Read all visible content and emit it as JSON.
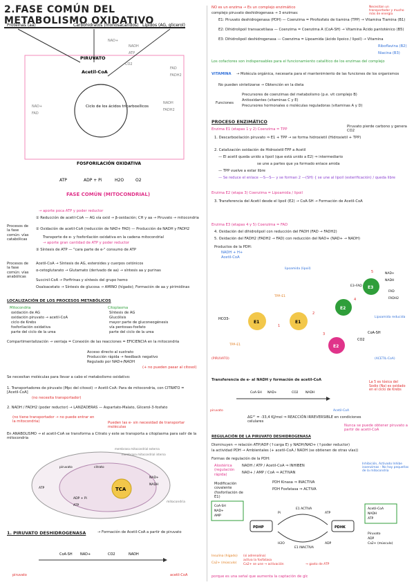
{
  "title": "2.FASE COMÚN DEL METABOLISMO OXIDATIVO",
  "diagram": {
    "inputs": [
      "Proteínas (aa)",
      "Carbohidratos (monosacáridos)",
      "Lípidos (AG, glicerol)"
    ],
    "nodes": [
      "PIRUVATO",
      "Acetil-CoA",
      "Ciclo de los ácidos tricarboxílicos",
      "FOSFORILACIÓN OXIDATIVA"
    ],
    "cofactors": [
      "NAD+",
      "NADH",
      "ATP",
      "CO2",
      "FAD",
      "FADH2",
      "NAD+",
      "FAD",
      "NADH",
      "FADH2"
    ],
    "outputs": [
      "ATP",
      "ADP + Pi",
      "H2O",
      "O2"
    ],
    "caption": "FASE COMÚN (MITOCONDRIAL)"
  },
  "phases": {
    "items": [
      "→ aporte poca ATP y poder reductor",
      "① Reducción de acetil-CoA — AG vía oxid → β-oxidación; CH y aa → Piruvato → mitocondria",
      "② Oxidación de acetil-CoA (reducción de NAD+ FAD) — Producción de NADH y FADH2",
      "Transporte de e- y fosforilación oxidativa en la cadena mitocondrial",
      "→ aporte gran cantidad de ATP y poder reductor",
      "③ Síntesis de ATP — \"cara parte de e-\" consumo de ATP"
    ],
    "left_label": "Procesos de la fase común: vías catabólicas",
    "anabolic_label": "Procesos de la fase común: vías anabólicas",
    "anabolic": [
      "Acetil-CoA → Síntesis de AG, esteroides y cuerpos cetónicos",
      "α-cetoglutarato → Glutamato (derivado de aa) → síntesis aa y purinas",
      "Succinil-CoA → Porfirinas y síntesis del grupo hemo",
      "Oxaloacetato → Síntesis de glucosa → AMINO (hígado); Formación de aa y pirimidinas"
    ]
  },
  "localization": {
    "heading": "LOCALIZACIÓN DE LOS PROCESOS METABÓLICOS",
    "mitocondria_title": "Mitocondria",
    "mitocondria": [
      "oxidación de AG",
      "oxidación piruvato → acetil-CoA",
      "ciclo de Krebs",
      "fosforilación oxidativa",
      "parte del ciclo de la urea"
    ],
    "citoplasma_title": "Citoplasma",
    "citoplasma": [
      "Síntesis de AG",
      "Glucólisis",
      "mayor parte de gluconeogénesis",
      "vía pentosas-fosfato",
      "parte del ciclo de la urea"
    ],
    "compart": "Compartimentalización → ventaja = Conexión de las reacciones = EFICIENCIA en la mitocondria",
    "compart_items": [
      "Acceso directo al sustrato",
      "Producción rápida → feedback negativo",
      "Regulado por NAD+/NADH"
    ],
    "note_red": "(+ no pueden pasar al citosol)"
  },
  "transport": {
    "intro": "Se necesitan moléculas para llevar a cabo el metabolismo oxidativo:",
    "items": [
      "1. Transportadores de piruvato (Mpc del citosol) → Acetil-CoA: Para de mitocondria, con CITRATO = [Acetil-CoA]",
      "(no necesita transportador)",
      "2. NADH / FADH2 (poder reductor) → LANZADERAS — Aspartato-Malato, Glicerol-3-fosfato",
      "(no tiene transportador → no puede entrar en la mitocondria)",
      "Pueden las e- sin necesidad de transportar moléculas"
    ],
    "anabolism": "En ANABOLISMO → el acetil-CoA se transforma a Citrato y este se transporta a citoplasma para salir de la mitocondria",
    "cell_labels": [
      "membrana mitocondrial externa",
      "membrana mitocondrial interna",
      "TCA",
      "piruvato",
      "citrato",
      "ADP + Pi",
      "ATP",
      "ATP",
      "NAD+",
      "NADH",
      "mitocondria"
    ]
  },
  "pdh_section": {
    "heading": "1. PIRUVATO DESHIDROGENASA",
    "subtitle": "→ Formación de Acetil-CoA a partir de piruvato",
    "reaction_labels": [
      "piruvato",
      "CoA-SH",
      "NAD+",
      "CO2",
      "NADH",
      "acetil-CoA"
    ]
  },
  "right": {
    "header_red": "NO es un enzima → Es un complejo enzimático",
    "header_sub": "complejo piruvato deshidrogenasa → 3 enzimas:",
    "side_note": "Necesitan un transportador y mucho más de energía",
    "enzymes": [
      "E1: Piruvato deshidrogenasa (PDH) — Coenzima = Pirofosfato de tiamina (TPP) → Vitamina Tiamina (B1)",
      "E2: Dihidrolipoil transacetilasa — Coenzima = Coenzima A (CoA-SH) → Vitamina Ácido pantoténico (B5)",
      "E3: Dihidrolipoil deshidrogenasa — Coenzima = Lipoamida (ácido lipoico / lipoil) → Vitamina",
      "Riboflavina (B2)",
      "Niacina (B3)"
    ],
    "cofactor_note": "Los cofactores son indispensables para el funcionamiento catalítico de los enzimas del complejo",
    "vitamina_label": "VITAMINA",
    "vitamina_def": "→ Molécula orgánica, necesaria para el mantenimiento de las funciones de los organismos",
    "vitamina_items": [
      "No pueden sintetizarse → Obtención en la dieta",
      "Precursores de coenzimas del metabolismo (p.e. vit complejo B)",
      "Antioxidantes (vitaminas C y E)",
      "Precursores hormonales o moléculas reguladoras (vitaminas A y D)"
    ],
    "funciones": "Funciones",
    "proceso": "PROCESO ENZIMÁTICO",
    "e1_head": "Enzima E1 (etapas 1 y 2) Coenzima = TPP",
    "e1_note": "Piruvato pierde carbono y genera CO2",
    "e1_steps": [
      "1. Descarboxilación piruvato ⇒ E1 + TPP → se forma hidroxietil (Hidroxietil + TPP)",
      "2. Catalización oxidación de Hidroxietil-TPP a Acetil",
      "— El acetil queda unido a lipoil (que está unido a E2) ⇒ intermediario",
      "se une a partes que ya formado enlace amida",
      "— TPP vuelve a estar libre",
      "— Se reduce el enlace —S—S— y se forman 2 —(SH) { se une al lipoil (esterificación) / queda libre"
    ],
    "e2_head": "Enzima E2 (etapa 3) Coenzima = Lipoamida / lipoil",
    "e2_steps": [
      "3. Transferencia del Acetil desde el lipoil (E2) → CoA-SH → Formación de Acetil-CoA"
    ],
    "e3_head": "Enzima E3 (etapas 4 y 5) Coenzima = FAD",
    "e3_steps": [
      "4. Oxidación del dihidrolipoil con reducción del FADH (FAD → FADH2)",
      "5. Oxidación del FADH2 (FADH2 → FAD) con reducción del NAD+ (NAD+ → NADH)"
    ],
    "products_head": "Productos de la PDH:",
    "products": [
      "NADH + H+",
      "Acetil-CoA"
    ],
    "mech_labels": [
      "E1",
      "E2",
      "E3",
      "TPP–E1",
      "TPP–E1",
      "lipoamida (lipoil)",
      "Lipoamida reducida",
      "NAD+",
      "NADH",
      "FAD",
      "FADH2",
      "(PIRUVATO)",
      "(ACETIL-CoA)",
      "HCO3-",
      "CoA-SH",
      "CO2",
      "1",
      "2",
      "3",
      "4",
      "5",
      "E3–FAD"
    ],
    "transfer_head": "Transferencia de e- al NADH y formación de acetil-CoA",
    "transfer_labels": [
      "piruvato",
      "CoA-SH",
      "NAD+",
      "CO2",
      "NADH",
      "Acetil-CoA"
    ],
    "delta_g": "ΔG°' = -33,4 KJ/mol ⇒ REACCIÓN IRREVERSIBLE en condiciones celulares",
    "side_red": "La 5 es tóxica del Sodio (Na) es oxidado en el ciclo de Krebs",
    "irrev_note": "Nunca se puede obtener piruvato a partir de acetil-CoA",
    "reg_head": "REGULACIÓN DE LA PIRUVATO DESHIDROGENASA",
    "reg_lines": [
      "Disminuyen → relación ATP/ADP (↑carga E) y NADH/NAD+ (↑poder reductor)",
      "la actividad PDH → Ambientales (+ acetil-CoA / NADH (se obtienen de otras vías))"
    ],
    "formas": "Formas de regulación de la PDH:",
    "alost_label": "Alostérica (regulación rápida)",
    "alost": [
      "NADH / ATP / Acetil-CoA ⇒ INHIBEN",
      "NAD+ / AMP / CoA ⇒ ACTIVAN"
    ],
    "alost_note": "Inhibición, Activado Inhibe isoenzimas - No hay pequeñas de la mitocondria",
    "mod_label": "Modificación covalente (fosforilación de E1)",
    "mod": [
      "PDH Kinasa ⇒ INACTIVA",
      "PDH Fosfatasa ⇒ ACTIVA"
    ],
    "cycle_labels": [
      "CoA-SH",
      "NAD+",
      "AMP",
      "Pi",
      "PDHP",
      "PDHK",
      "E1 ACTIVA",
      "E1 INACTIVA",
      "H2O",
      "ADP",
      "ATP",
      "Acetil-CoA",
      "NADH",
      "ATP",
      "Piruvato",
      "ADP",
      "Ca2+ (músculo)",
      "Insulina (hígado)",
      "Ca2+ (músculo)",
      "(si adrenalina)",
      "activa la fosfatasa",
      "Ca2+ se une → activación",
      "→ gasto de ATP"
    ],
    "footer": "porque es una señal que aumenta la captación de glc"
  }
}
